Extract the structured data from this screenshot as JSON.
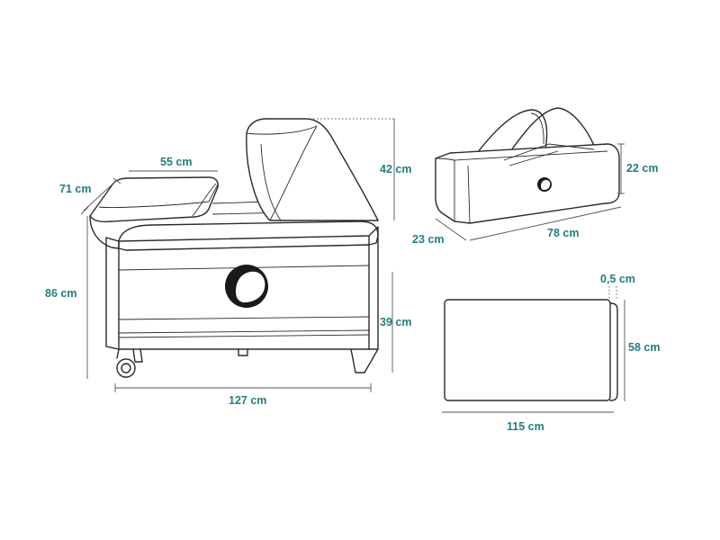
{
  "colors": {
    "label": "#1f7f7d",
    "ink": "#2b2b2b",
    "dimension_line": "#555555"
  },
  "icons": [
    "brand-logo-icon"
  ],
  "cot": {
    "changer_width": "55 cm",
    "changer_depth": "71 cm",
    "canopy_height": "42 cm",
    "total_height": "86 cm",
    "bed_height": "39 cm",
    "length": "127 cm"
  },
  "bag": {
    "height": "22 cm",
    "depth": "23 cm",
    "length": "78 cm"
  },
  "mattress": {
    "thickness": "0,5 cm",
    "width": "58 cm",
    "length": "115 cm"
  }
}
